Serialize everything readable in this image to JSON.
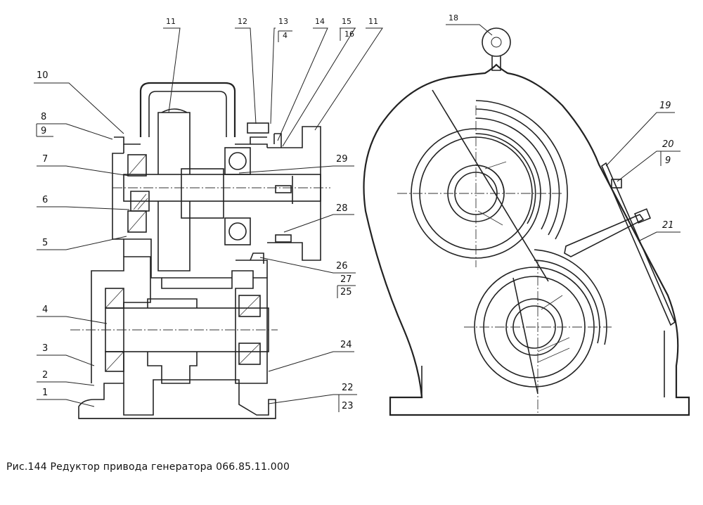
{
  "caption": "Рис.144  Редуктор привода генератора 066.85.11.000",
  "callouts": [
    {
      "id": "1",
      "text": "1"
    },
    {
      "id": "2",
      "text": "2"
    },
    {
      "id": "3",
      "text": "3"
    },
    {
      "id": "4",
      "text": "4"
    },
    {
      "id": "5",
      "text": "5"
    },
    {
      "id": "6",
      "text": "6"
    },
    {
      "id": "7",
      "text": "7"
    },
    {
      "id": "8",
      "text": "8"
    },
    {
      "id": "9",
      "text": "9"
    },
    {
      "id": "10",
      "text": "10"
    },
    {
      "id": "11a",
      "text": "11"
    },
    {
      "id": "11b",
      "text": "11"
    },
    {
      "id": "12",
      "text": "12"
    },
    {
      "id": "13",
      "text": "13"
    },
    {
      "id": "4b",
      "text": "4"
    },
    {
      "id": "14",
      "text": "14"
    },
    {
      "id": "15",
      "text": "15"
    },
    {
      "id": "16",
      "text": "16"
    },
    {
      "id": "18",
      "text": "18"
    },
    {
      "id": "19",
      "text": "19"
    },
    {
      "id": "20",
      "text": "20"
    },
    {
      "id": "9b",
      "text": "9"
    },
    {
      "id": "21",
      "text": "21"
    },
    {
      "id": "22",
      "text": "22"
    },
    {
      "id": "23",
      "text": "23"
    },
    {
      "id": "24",
      "text": "24"
    },
    {
      "id": "25",
      "text": "25"
    },
    {
      "id": "26",
      "text": "26"
    },
    {
      "id": "27",
      "text": "27"
    },
    {
      "id": "28",
      "text": "28"
    },
    {
      "id": "29",
      "text": "29"
    }
  ]
}
